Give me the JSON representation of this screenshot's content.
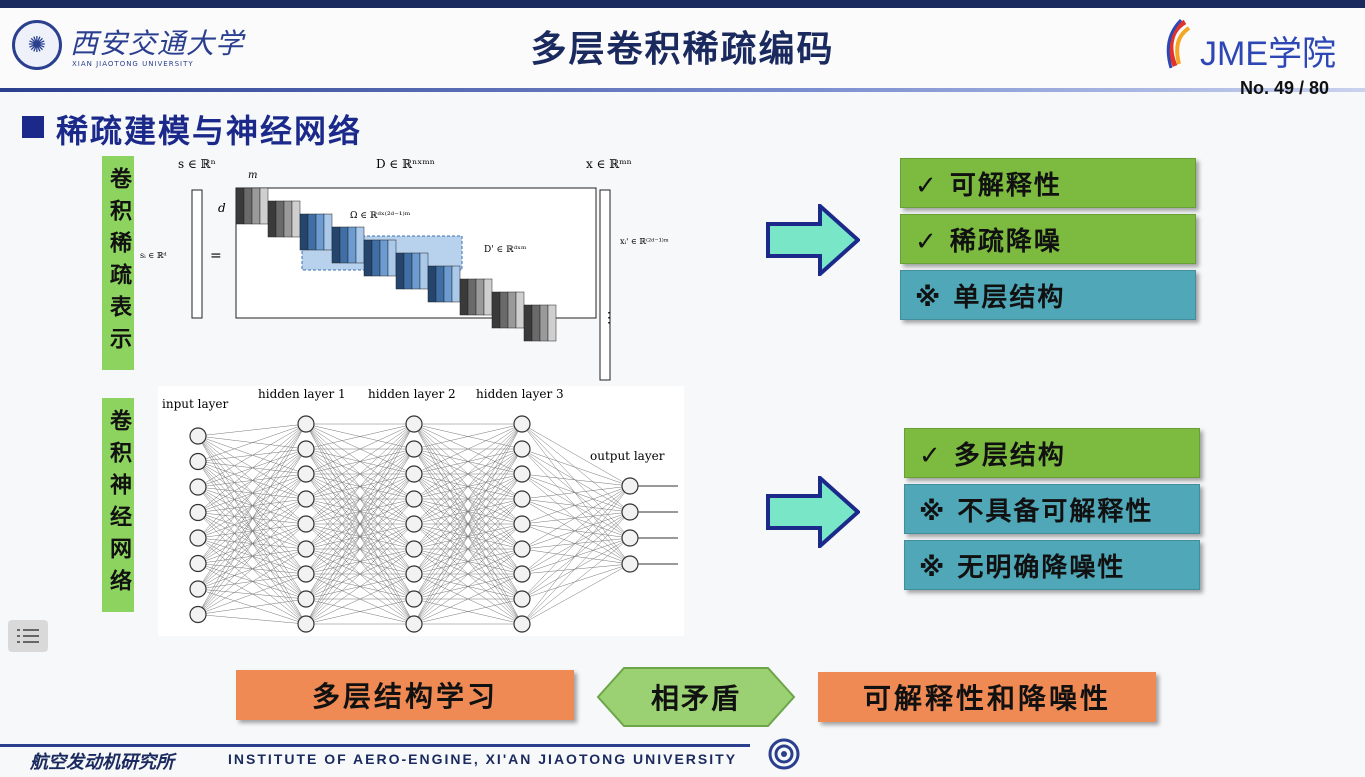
{
  "header": {
    "university_cn": "西安交通大学",
    "university_en": "XIAN JIAOTONG UNIVERSITY",
    "title": "多层卷积稀疏编码",
    "brand": "JME学院",
    "page_number": "No. 49 / 80"
  },
  "section": {
    "title": "稀疏建模与神经网络"
  },
  "left_labels": {
    "top": "卷积稀疏表示",
    "bottom": "卷积神经网络"
  },
  "diagram_top": {
    "s_label": "s ∈ ℝⁿ",
    "D_label": "D ∈ ℝⁿˣᵐⁿ",
    "x_label": "x ∈ ℝᵐⁿ",
    "m_label": "m",
    "d_label": "d",
    "omega_label": "Ω ∈ ℝᵈˣ⁽²ᵈ⁻¹⁾ᵐ",
    "dprime_label": "D' ∈ ℝᵈˣᵐ",
    "si_label": "sᵢ ∈ ℝᵈ",
    "xi_label": "xᵢ' ∈ ℝ⁽²ᵈ⁻¹⁾ᵐ"
  },
  "diagram_bottom": {
    "input_layer": "input layer",
    "hidden1": "hidden layer 1",
    "hidden2": "hidden layer 2",
    "hidden3": "hidden layer 3",
    "output_layer": "output layer"
  },
  "top_tags": [
    {
      "text": "✓ 可解释性",
      "color": "#7cbb40"
    },
    {
      "text": "✓ 稀疏降噪",
      "color": "#7cbb40"
    },
    {
      "text": "※ 单层结构",
      "color": "#4fa7b8"
    }
  ],
  "bottom_tags": [
    {
      "text": "✓ 多层结构",
      "color": "#7cbb40"
    },
    {
      "text": "※ 不具备可解释性",
      "color": "#4fa7b8"
    },
    {
      "text": "※ 无明确降噪性",
      "color": "#4fa7b8"
    }
  ],
  "bottom_row": {
    "left": "多层结构学习",
    "middle": "相矛盾",
    "right": "可解释性和降噪性"
  },
  "footer": {
    "cn": "航空发动机研究所",
    "en": "INSTITUTE OF AERO-ENGINE, XI'AN JIAOTONG UNIVERSITY"
  },
  "icons": {
    "arrow_color": "#79e6c8",
    "arrow_border": "#1b2a8a"
  }
}
